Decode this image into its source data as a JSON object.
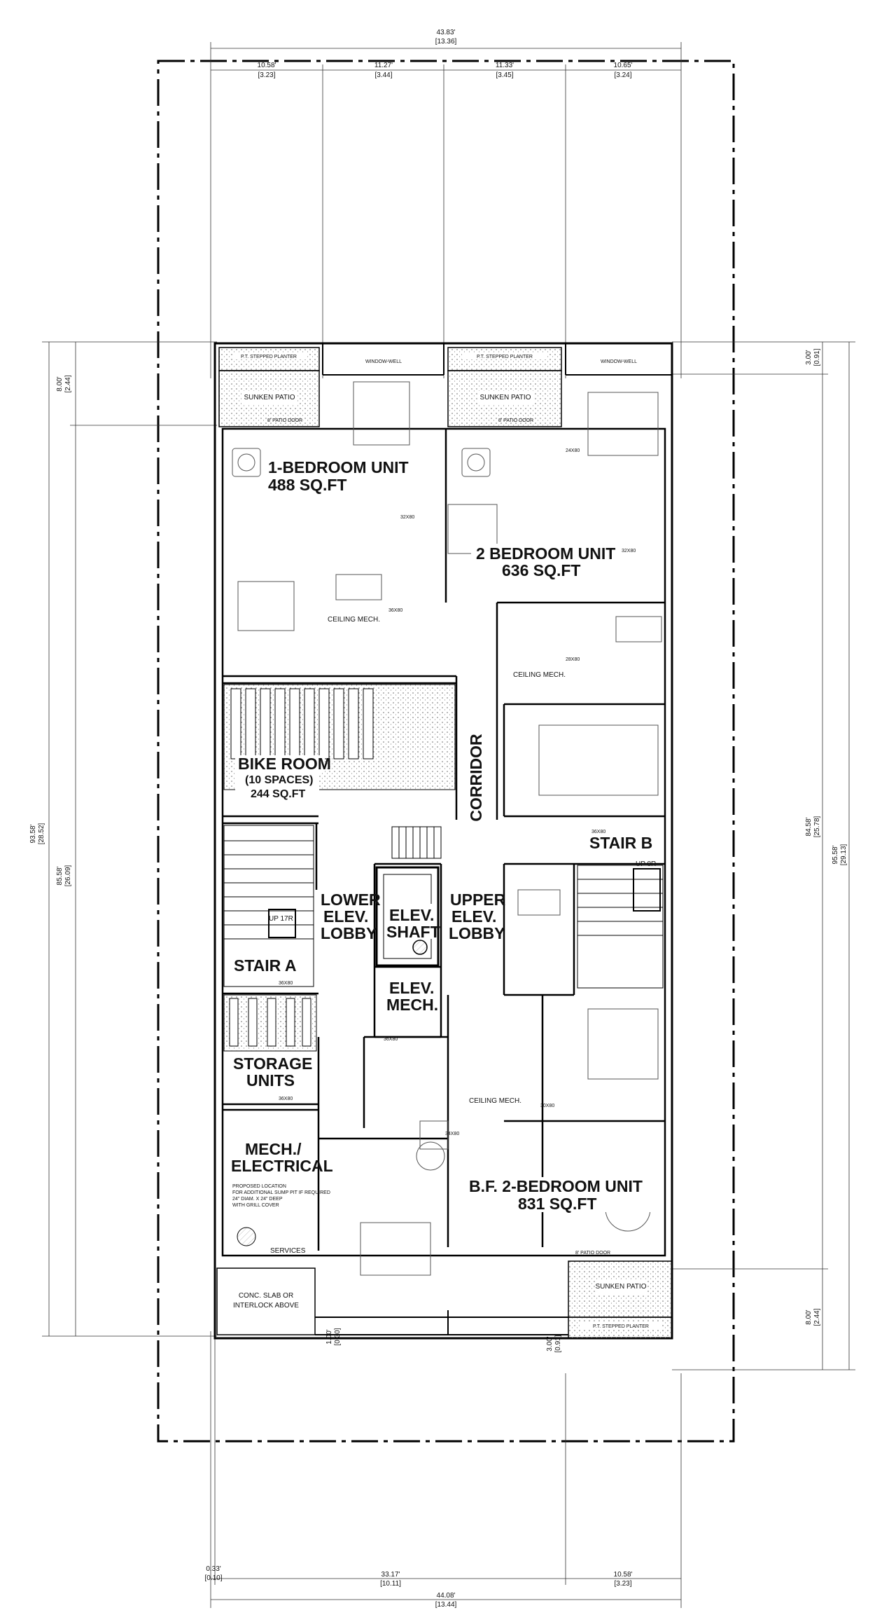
{
  "dimensions": {
    "top_overall": "43.83'",
    "top_overall_m": "[13.36]",
    "top_segments": [
      {
        "ft": "10.58'",
        "m": "[3.23]"
      },
      {
        "ft": "11.27'",
        "m": "[3.44]"
      },
      {
        "ft": "11.33'",
        "m": "[3.45]"
      },
      {
        "ft": "10.65'",
        "m": "[3.24]"
      }
    ],
    "bottom_overall": "44.08'",
    "bottom_overall_m": "[13.44]",
    "bottom_segments": [
      {
        "ft": "0.33'",
        "m": "[0.10]"
      },
      {
        "ft": "33.17'",
        "m": "[10.11]"
      },
      {
        "ft": "10.58'",
        "m": "[3.23]"
      }
    ],
    "left_outer": {
      "ft": "93.58'",
      "m": "[28.52]"
    },
    "left_inner": {
      "ft": "85.58'",
      "m": "[26.09]"
    },
    "left_top": {
      "ft": "8.00'",
      "m": "[2.44]"
    },
    "right_outer": {
      "ft": "95.58'",
      "m": "[29.13]"
    },
    "right_inner": {
      "ft": "84.58'",
      "m": "[25.78]"
    },
    "right_top": {
      "ft": "3.00'",
      "m": "[0.91]"
    },
    "right_bottom": {
      "ft": "8.00'",
      "m": "[2.44]"
    },
    "bottom_left_small": {
      "ft": "1.00'",
      "m": "[0.30]"
    },
    "bottom_mid_small": {
      "ft": "3.00'",
      "m": "[0.91]"
    }
  },
  "rooms": {
    "unit1_title": "1-BEDROOM UNIT",
    "unit1_area": "488 SQ.FT",
    "unit2_title": "2 BEDROOM UNIT",
    "unit2_area": "636 SQ.FT",
    "unit3_title": "B.F. 2-BEDROOM UNIT",
    "unit3_area": "831 SQ.FT",
    "bike_room": "BIKE ROOM",
    "bike_spaces": "(10 SPACES)",
    "bike_area": "244 SQ.FT",
    "corridor": "CORRIDOR",
    "stair_a": "STAIR A",
    "stair_b": "STAIR B",
    "lower_lobby": [
      "LOWER",
      "ELEV.",
      "LOBBY"
    ],
    "elev_shaft": [
      "ELEV.",
      "SHAFT"
    ],
    "upper_lobby": [
      "UPPER",
      "ELEV.",
      "LOBBY"
    ],
    "elev_mech": [
      "ELEV.",
      "MECH."
    ],
    "storage": [
      "STORAGE",
      "UNITS"
    ],
    "mech_elec": [
      "MECH./",
      "ELECTRICAL"
    ],
    "services": "SERVICES",
    "conc_slab": [
      "CONC. SLAB OR",
      "INTERLOCK ABOVE"
    ],
    "sunken_patio": "SUNKEN PATIO",
    "planter": "P.T. STEPPED PLANTER",
    "window_well": "WINDOW-WELL",
    "up_17r": "UP 17R",
    "up_8r": "UP 8R",
    "ceiling_mech": "CEILING MECH."
  },
  "door_tags": [
    "36X80",
    "32X80",
    "28X80",
    "30X80",
    "24X80",
    "34X80",
    "8' PATIO DOOR"
  ],
  "notes": {
    "sump_note": [
      "PROPOSED LOCATION",
      "FOR ADDITIONAL SUMP PIT IF REQUIRED",
      "24\" DIAM. X 24\" DEEP",
      "WITH GRILL COVER"
    ]
  }
}
